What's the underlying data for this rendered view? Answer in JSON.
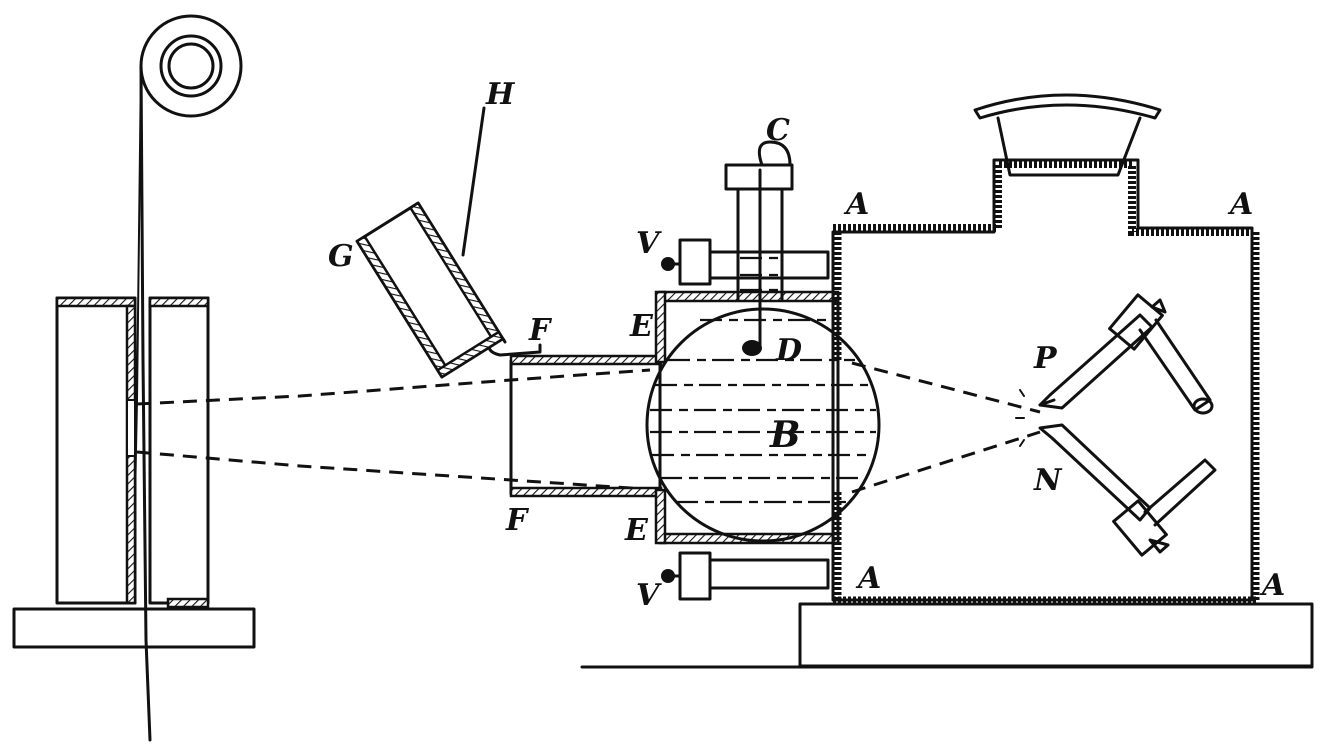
{
  "labels": {
    "A_top_left": "A",
    "A_top_right": "A",
    "A_bottom_left": "A",
    "A_bottom_right": "A",
    "B": "B",
    "C": "C",
    "D": "D",
    "E_top": "E",
    "E_bottom": "E",
    "F_top": "F",
    "F_bottom": "F",
    "G": "G",
    "H": "H",
    "N": "N",
    "P": "P",
    "V_top": "V",
    "V_bottom": "V"
  }
}
